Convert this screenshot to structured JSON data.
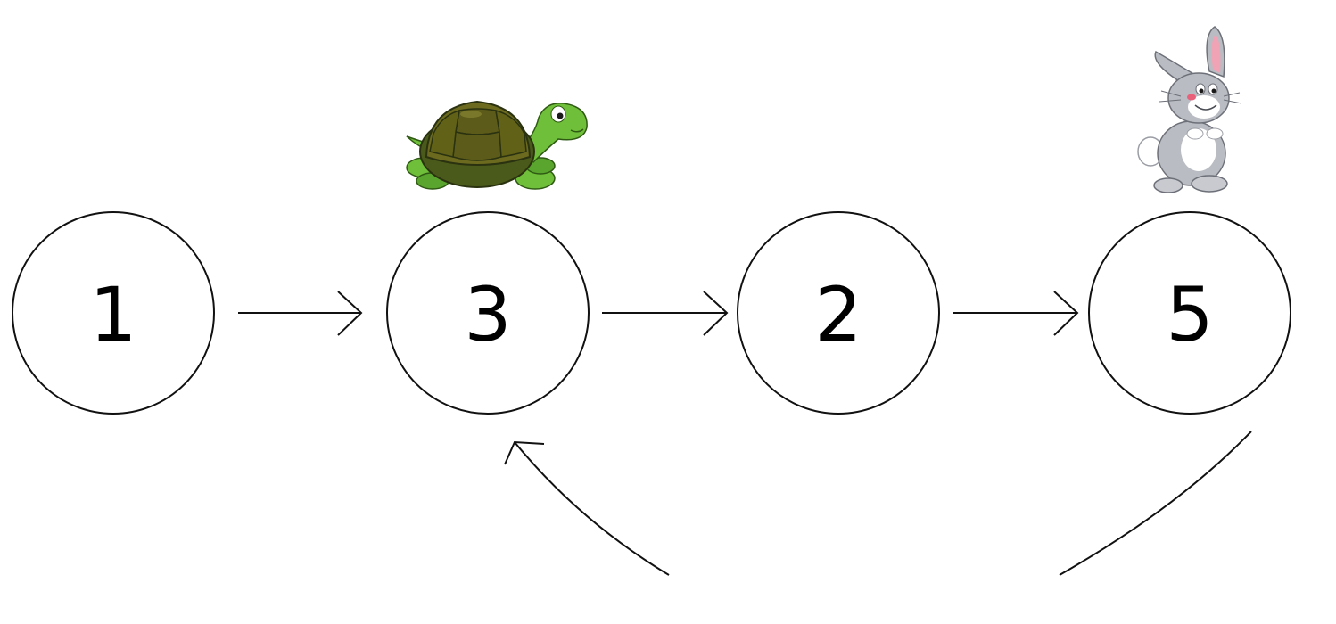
{
  "diagram": {
    "nodes": [
      {
        "id": "n1",
        "label": "1"
      },
      {
        "id": "n3",
        "label": "3"
      },
      {
        "id": "n2",
        "label": "2"
      },
      {
        "id": "n5",
        "label": "5"
      }
    ],
    "edges": [
      {
        "from": "1",
        "to": "3"
      },
      {
        "from": "3",
        "to": "2"
      },
      {
        "from": "2",
        "to": "5"
      },
      {
        "from": "5",
        "to": "3"
      }
    ],
    "pointers": [
      {
        "icon": "turtle-icon",
        "points_to": "3"
      },
      {
        "icon": "rabbit-icon",
        "points_to": "5"
      }
    ]
  },
  "colors": {
    "stroke": "#111111",
    "background": "#ffffff",
    "turtle_shell": "#6b6a1e",
    "turtle_skin": "#6fbf3a",
    "rabbit_fur": "#b9bcc2",
    "rabbit_ear_inner": "#f0a3b5"
  }
}
